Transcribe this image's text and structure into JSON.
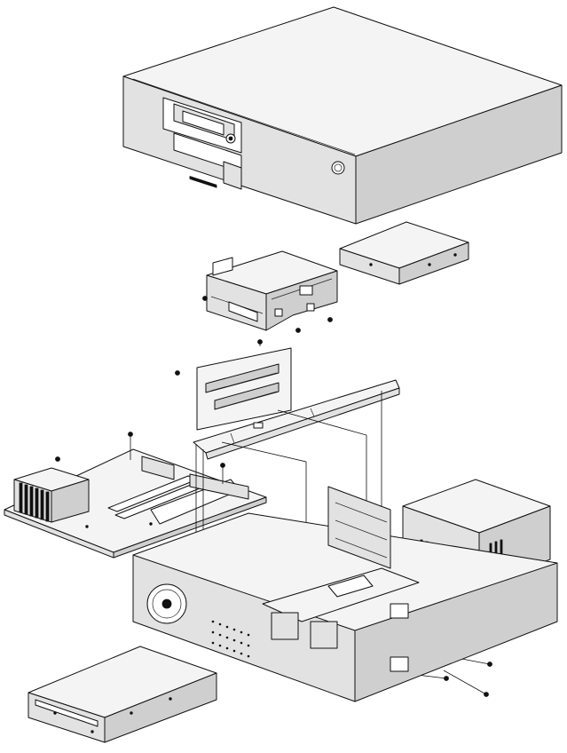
{
  "diagram": {
    "parts": [
      {
        "id": "top-cover",
        "icon": "cover-icon"
      },
      {
        "id": "hard-disk-drive",
        "icon": "drive-icon"
      },
      {
        "id": "drive-bay-bracket",
        "icon": "bracket-icon"
      },
      {
        "id": "riser-card",
        "icon": "board-icon"
      },
      {
        "id": "expansion-slot-rail",
        "icon": "rail-icon"
      },
      {
        "id": "cpu-heatsink",
        "icon": "heatsink-icon"
      },
      {
        "id": "system-board",
        "icon": "board-icon"
      },
      {
        "id": "power-supply",
        "icon": "psu-icon"
      },
      {
        "id": "chassis",
        "icon": "chassis-icon"
      },
      {
        "id": "cd-rom-drive",
        "icon": "drive-icon"
      },
      {
        "id": "screws",
        "icon": "screw-icon"
      }
    ],
    "colors": {
      "line": "#111111",
      "background": "#ffffff",
      "shade": "#e2e2e2"
    }
  }
}
